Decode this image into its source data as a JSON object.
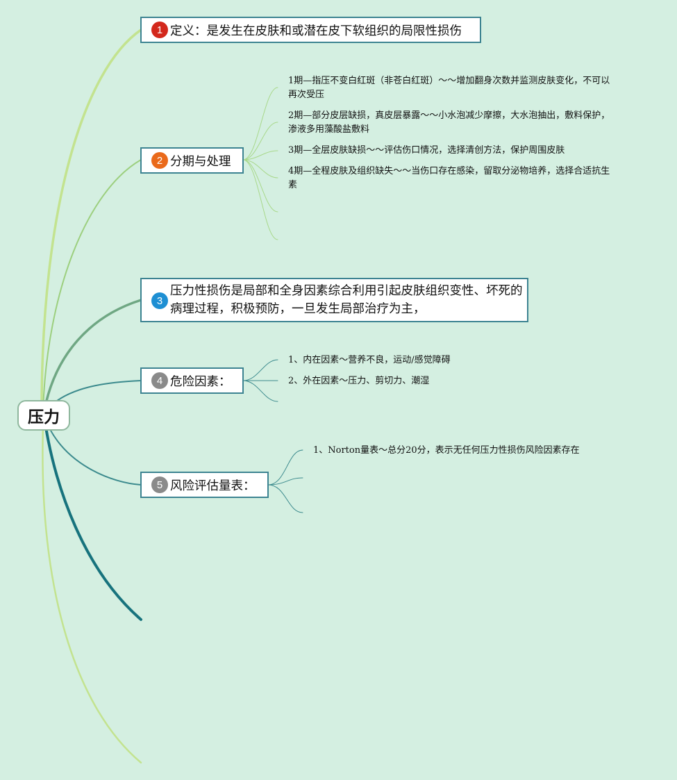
{
  "root": {
    "label": "压力"
  },
  "colors": {
    "background": "#d4efe1",
    "badge_1": "#d3281c",
    "badge_2": "#ea6a1b",
    "badge_3": "#1e8fd3",
    "badge_4": "#8a8a8a",
    "badge_5": "#8a8a8a",
    "topic_border": "#3c8391",
    "branch_light_green": "#c3e38f",
    "branch_green": "#9ccf7e",
    "branch_sage": "#6fa783",
    "branch_teal": "#3b8a8d",
    "branch_dark_teal": "#17737d"
  },
  "topics": [
    {
      "badge": "1",
      "text": "定义：是发生在皮肤和或潜在皮下软组织的局限性损伤",
      "badge_color_key": "badge_1"
    },
    {
      "badge": "2",
      "text": "分期与处理",
      "badge_color_key": "badge_2"
    },
    {
      "badge": "3",
      "text": "压力性损伤是局部和全身因素综合利用引起皮肤组织变性、坏死的病理过程，积极预防，一旦发生局部治疗为主，",
      "badge_color_key": "badge_3"
    },
    {
      "badge": "4",
      "text": "危险因素：",
      "badge_color_key": "badge_4"
    },
    {
      "badge": "5",
      "text": "风险评估量表：",
      "badge_color_key": "badge_5"
    }
  ],
  "stages": [
    {
      "line1": "1期—指压不变白红斑（非苍白红斑）～～增加翻身次数并监测皮肤变化，不可以",
      "line2": "再次受压"
    },
    {
      "line1": "2期—部分皮层缺损，真皮层暴露～～小水泡减少摩擦，大水泡抽出，敷料保护，",
      "line2": "渗液多用藻酸盐敷料"
    },
    {
      "line1": "3期—全层皮肤缺损～～评估伤口情况，选择清创方法，保护周围皮肤"
    },
    {
      "line1": "4期—全程皮肤及组织缺失～～当伤口存在感染，留取分泌物培养，选择合适抗生",
      "line2": "素"
    }
  ],
  "risk_factors": [
    "1、内在因素～营养不良，运动/感觉障碍",
    "2、外在因素～压力、剪切力、潮湿"
  ],
  "scales": [
    "1、Norton量表～总分20分，表示无任何压力性损伤风险因素存在"
  ]
}
